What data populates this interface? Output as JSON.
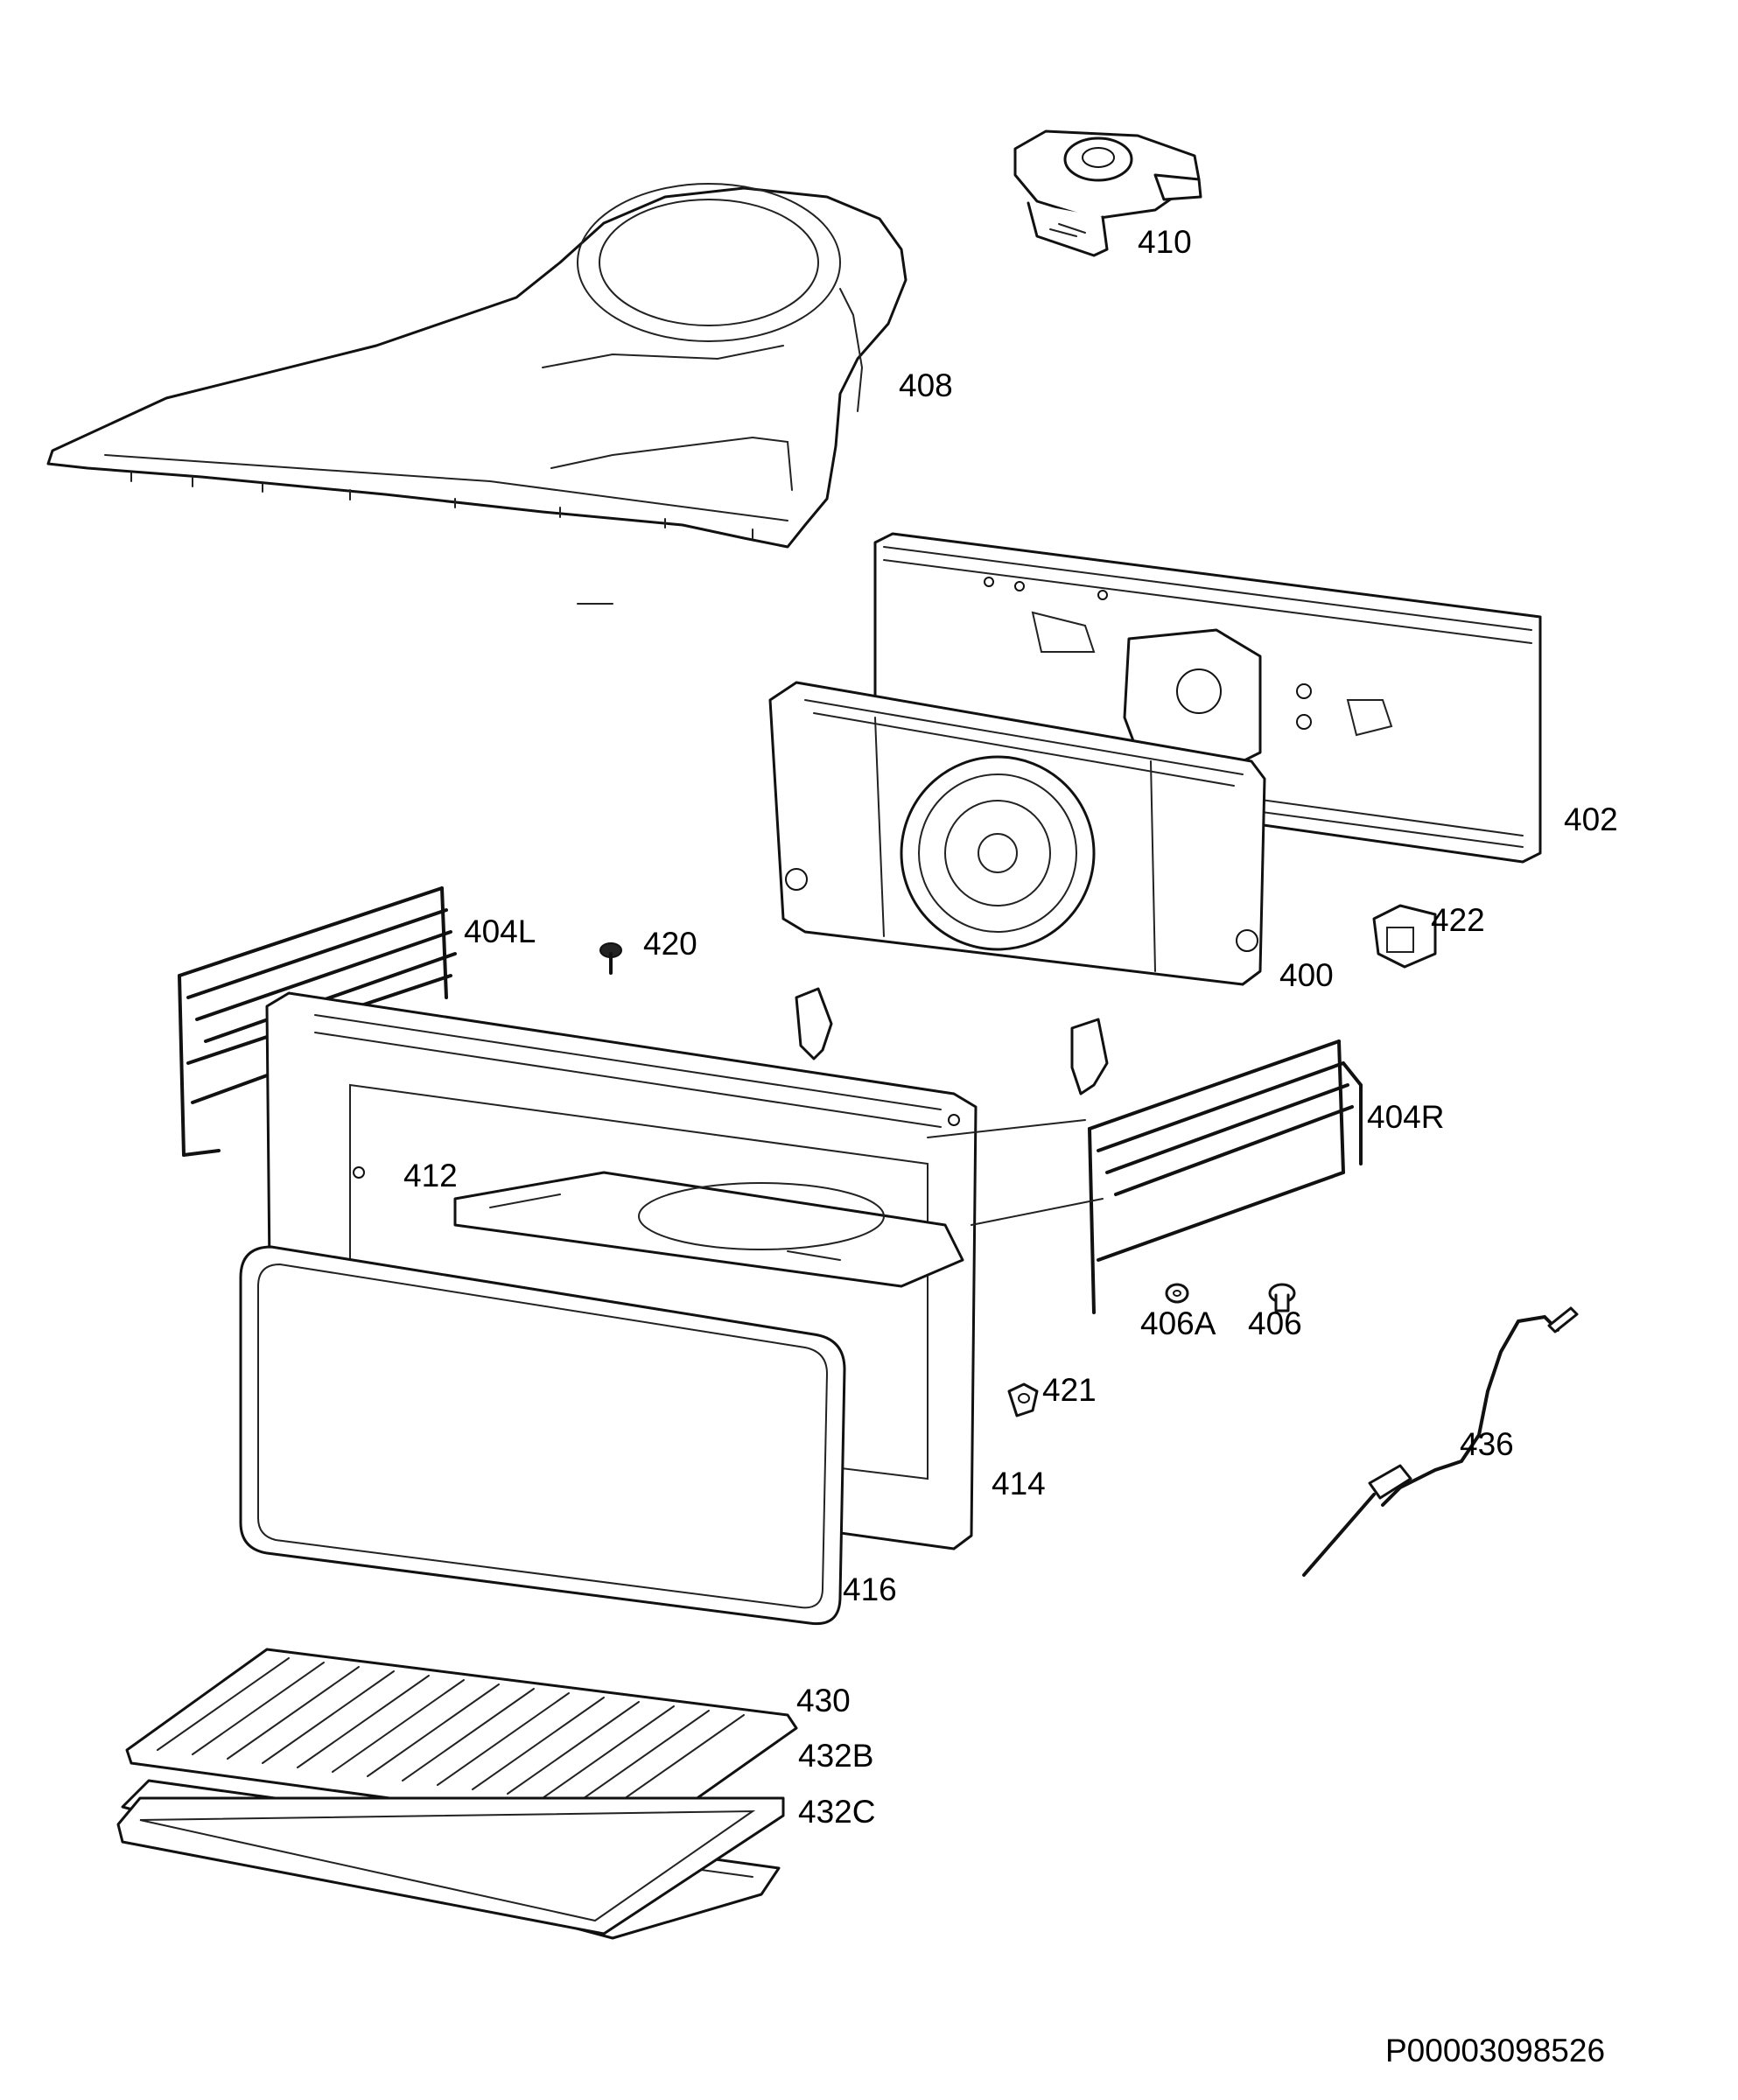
{
  "labels": {
    "l400": "400",
    "l402": "402",
    "l404L": "404L",
    "l404R": "404R",
    "l406": "406",
    "l406A": "406A",
    "l408": "408",
    "l410": "410",
    "l412": "412",
    "l414": "414",
    "l416": "416",
    "l420": "420",
    "l421": "421",
    "l422": "422",
    "l430": "430",
    "l432B": "432B",
    "l432C": "432C",
    "l436": "436"
  },
  "document_id": "P00003098526",
  "colors": {
    "line": "#111111",
    "background": "#ffffff"
  }
}
